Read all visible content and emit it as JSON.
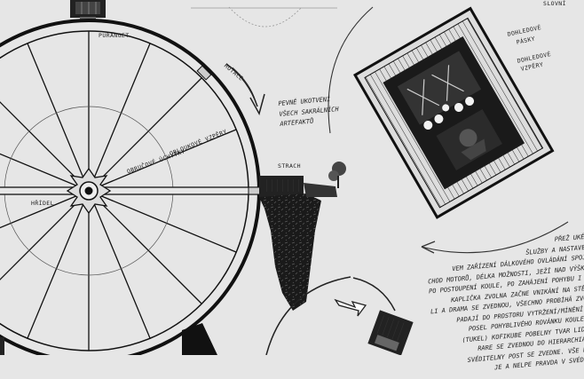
{
  "drawing": {
    "wheel": {
      "labels": {
        "top": "PURANGET",
        "hub": "HŘÍDEL",
        "spokes": "OBRUČOVÉ ÚCHYTKY",
        "rim": "OBLOUKOVÉ VZPĚRY"
      }
    },
    "arrow_text": "ROTACE",
    "artefact_note": [
      "PEVNĚ UKOTVENÍ",
      "VŠECH SAKRÁLNÍCH",
      "ARTEFAKTŮ"
    ],
    "cliff_label": "STRACH",
    "chapel_labels": [
      "DOHLEDOVÉ",
      "PÁSKY",
      "DOHLEDOVÉ",
      "VZPĚRY"
    ],
    "top_right_text": "SLOVNÍ",
    "body_text": [
      "PŘEŽ UKĚ",
      "ŠLUŽBY A NASTAVE",
      "VEM ZAŘÍZENÍ DÁLKOVÉHO OVLÁDÁNÍ SPOJ",
      "CHOD MOTORŮ, DÉLKA MOŽNOSTI, JEŽÍ NAD VÝŠKOU",
      "PO POSTOUPENÍ KOULE, PO ZAHÁJENÍ POHYBU I KAP",
      "KAPLIČKA ZVOLNA ZAČNE VNIKÁNÍ NA STĚN",
      "LI A DRAMA SE ZVEDNOU, VŠECHNO PROBÍHÁ ZVOLNA",
      "PADAJÍ DO PROSTORU VYTRŽENÍ/MÍNĚNÍ K",
      "POSEL POHYBLIVÉHO ROVÁNKU KOULE..",
      "(TUKEL) KOFIKUBE POBELNY TVAR LIDSK",
      "RARE SE ZVEDNOU DO HIERARCHIA P",
      "SVĚDITELNY POST SE ZVEDNE. VŠE POD",
      "JE A NELPE PRAVDA V SVÉDĚNÍ"
    ]
  }
}
